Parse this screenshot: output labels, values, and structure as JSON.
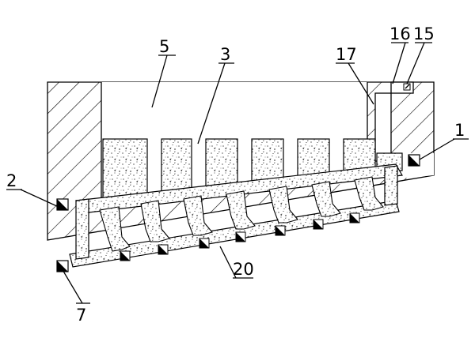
{
  "labels": {
    "l1": "1",
    "l2": "2",
    "l3": "3",
    "l5": "5",
    "l7": "7",
    "l15": "15",
    "l16": "16",
    "l17": "17",
    "l20": "20"
  },
  "colors": {
    "line": "#000000",
    "hatch": "#000000",
    "background": "#ffffff",
    "fill_dot": "#000000"
  }
}
